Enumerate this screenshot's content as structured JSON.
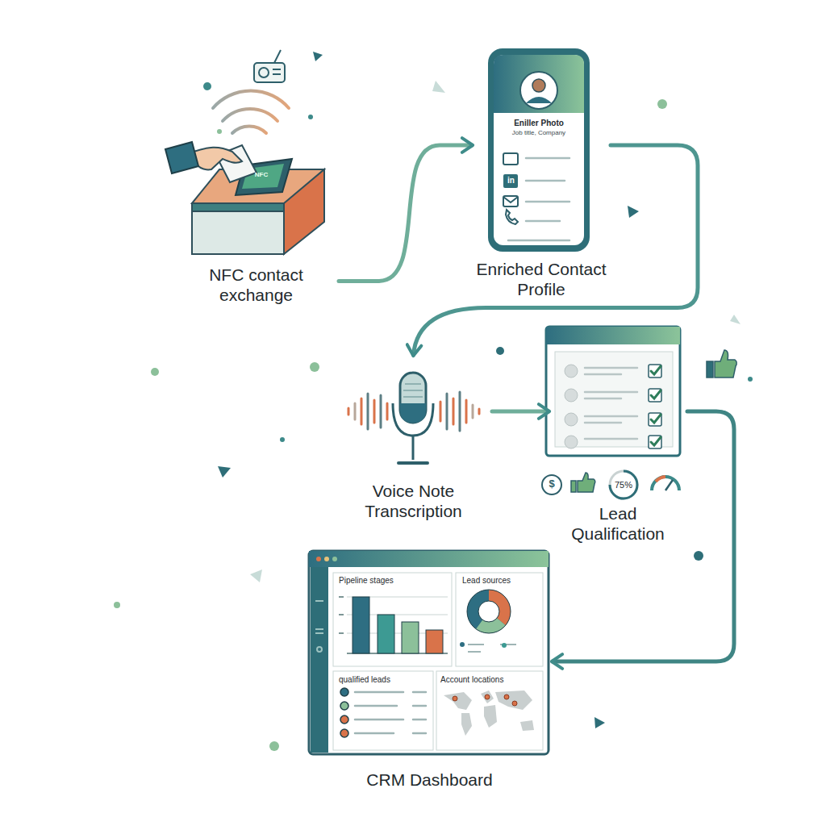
{
  "diagram": {
    "nodes": [
      {
        "text": [
          "NFC contact exchange"
        ]
      },
      {
        "text": [
          "Enriched Contact Profile"
        ]
      },
      {
        "text": [
          "Voice Note Transcription"
        ]
      },
      {
        "text": [
          "Lead Qualification"
        ]
      },
      {
        "text": [
          "CRM Dashboard"
        ]
      }
    ],
    "edges": [
      {
        "from": 0,
        "to": 1,
        "arrow": "to"
      },
      {
        "from": 1,
        "to": 2,
        "arrow": "to"
      },
      {
        "from": 2,
        "to": 3,
        "arrow": "to"
      },
      {
        "from": 3,
        "to": 4,
        "arrow": "to"
      }
    ],
    "labels": [
      "NFC",
      "Eniller Photo",
      "Job title, Company",
      "in",
      "$",
      "75%",
      "Pipeline stages",
      "Lead sources",
      "qualified leads",
      "Account locations"
    ]
  }
}
